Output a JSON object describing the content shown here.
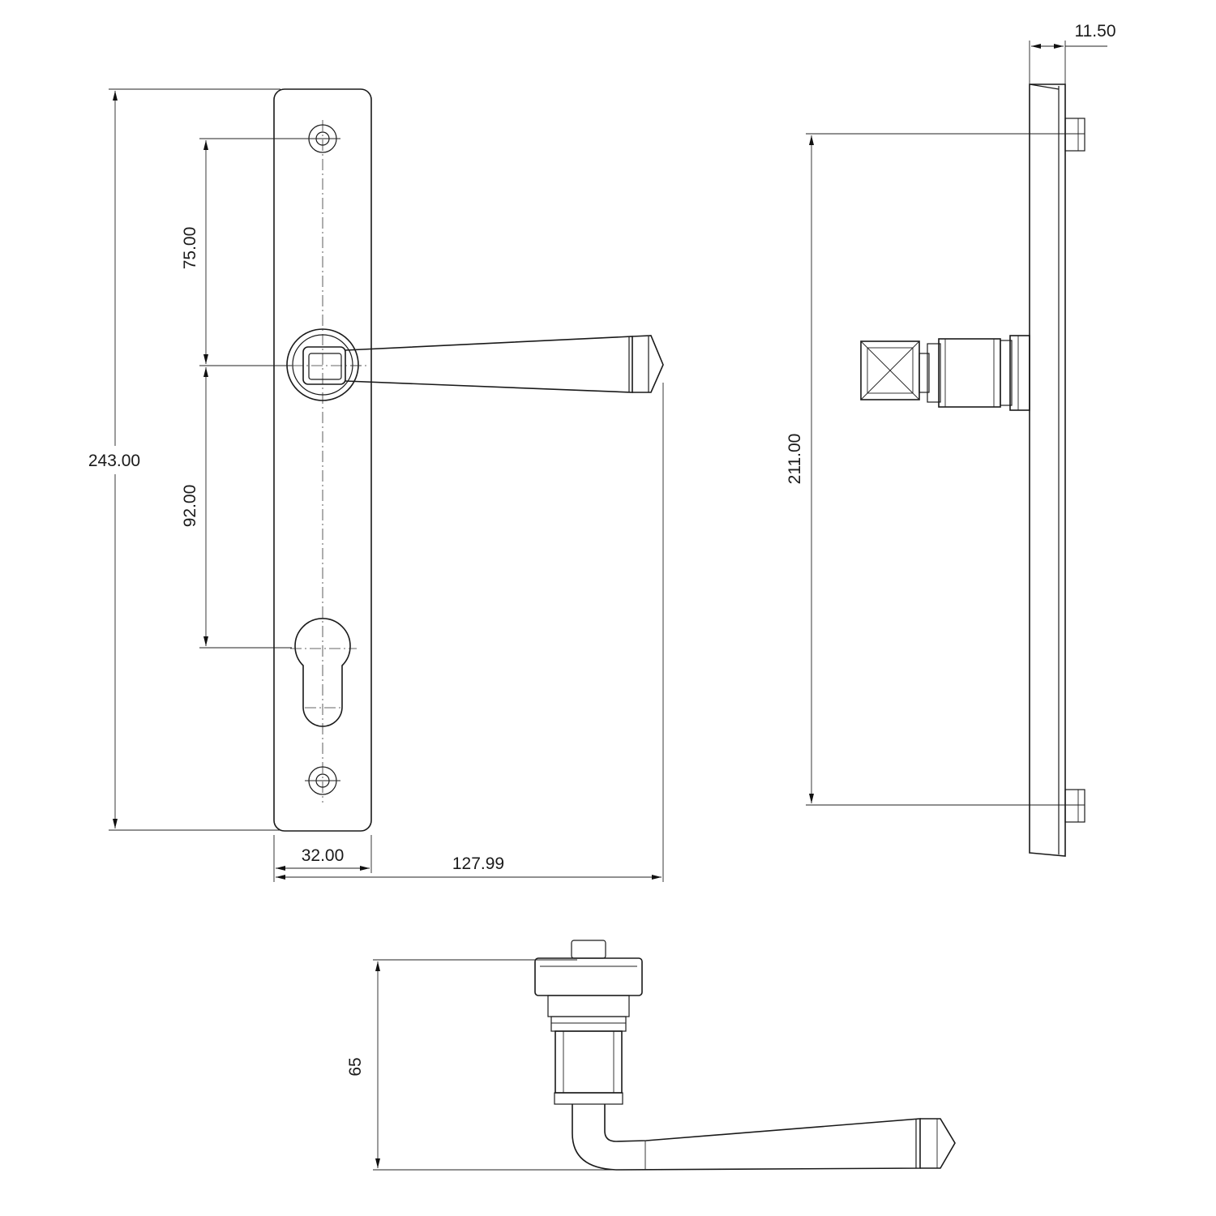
{
  "dimensions": {
    "plate_height": "243.00",
    "upper_spacing": "75.00",
    "lower_spacing": "92.00",
    "plate_width": "32.00",
    "projection": "127.99",
    "side_depth": "11.50",
    "fixing_centres": "211.00",
    "handle_height": "65"
  },
  "colors": {
    "line": "#1a1a1a",
    "background": "#ffffff"
  }
}
